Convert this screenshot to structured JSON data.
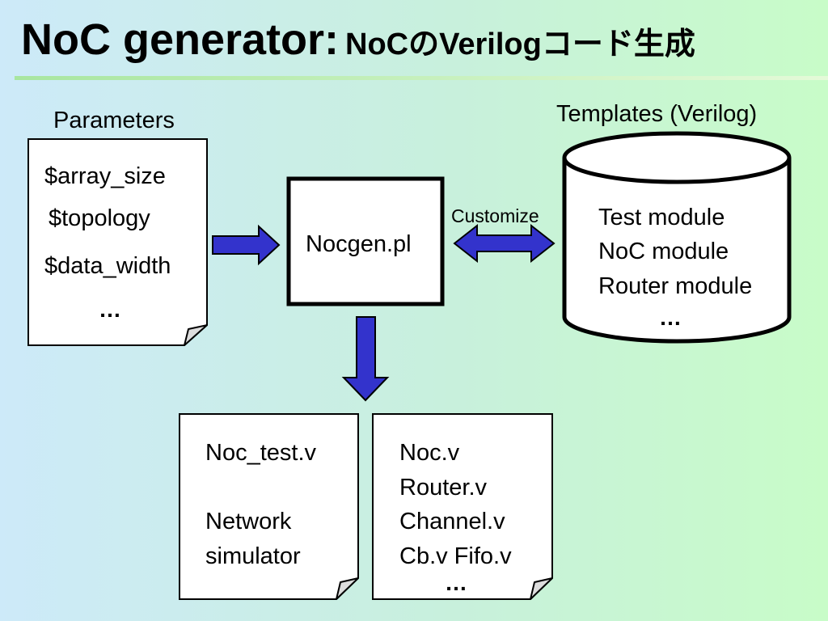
{
  "slide": {
    "title": "NoC generator:",
    "subtitle": "NoCのVerilogコード生成"
  },
  "parameters": {
    "heading": "Parameters",
    "items": [
      "$array_size",
      "$topology",
      "$data_width"
    ],
    "more": "…"
  },
  "generator": {
    "label": "Nocgen.pl"
  },
  "customize": {
    "label": "Customize"
  },
  "templates": {
    "heading": "Templates (Verilog)",
    "items": [
      "Test module",
      "NoC module",
      "Router module"
    ],
    "more": "…"
  },
  "output_test": {
    "lines": [
      "Noc_test.v",
      "Network",
      "simulator"
    ]
  },
  "output_noc": {
    "lines": [
      "Noc.v",
      "Router.v",
      "Channel.v",
      "Cb.v Fifo.v"
    ],
    "more": "…"
  },
  "colors": {
    "arrow_fill": "#3333cc",
    "outline": "#000000",
    "box_fill": "#ffffff"
  }
}
